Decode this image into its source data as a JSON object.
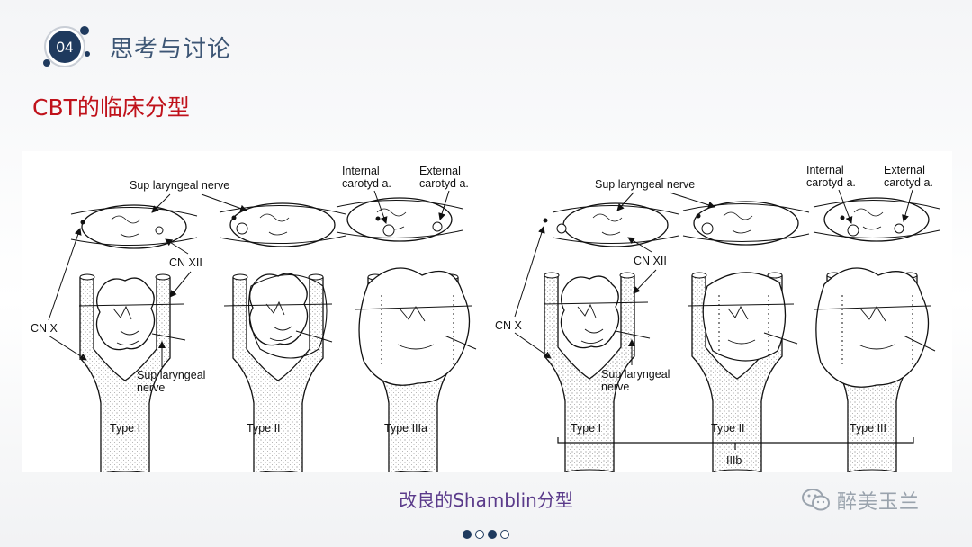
{
  "header": {
    "section_number": "04",
    "section_title": "思考与讨论"
  },
  "slide": {
    "heading": "CBT的临床分型",
    "caption": "改良的Shamblin分型"
  },
  "figure": {
    "left_panel": {
      "labels": {
        "sup_laryngeal_top": "Sup laryngeal nerve",
        "internal": "Internal",
        "internal2": "carotyd a.",
        "external": "External",
        "external2": "carotyd a.",
        "cn_xii": "CN XII",
        "cn_x": "CN X",
        "sup_laryngeal_bottom1": "Sup laryngeal",
        "sup_laryngeal_bottom2": "nerve"
      },
      "types": [
        "Type I",
        "Type II",
        "Type IIIa"
      ]
    },
    "right_panel": {
      "labels": {
        "sup_laryngeal_top": "Sup laryngeal nerve",
        "internal": "Internal",
        "internal2": "carotyd a.",
        "external": "External",
        "external2": "carotyd a.",
        "cn_xii": "CN XII",
        "cn_x": "CN X",
        "sup_laryngeal_bottom1": "Sup laryngeal",
        "sup_laryngeal_bottom2": "nerve"
      },
      "types": [
        "Type I",
        "Type II",
        "Type III"
      ],
      "group_label": "IIIb"
    }
  },
  "watermark": {
    "text": "醉美玉兰",
    "icon": "wechat-icon"
  },
  "pagination": {
    "dots": [
      true,
      false,
      true,
      false
    ]
  },
  "colors": {
    "accent_navy": "#1f3a5e",
    "heading_red": "#c0121b",
    "caption_purple": "#5a3a8a"
  }
}
